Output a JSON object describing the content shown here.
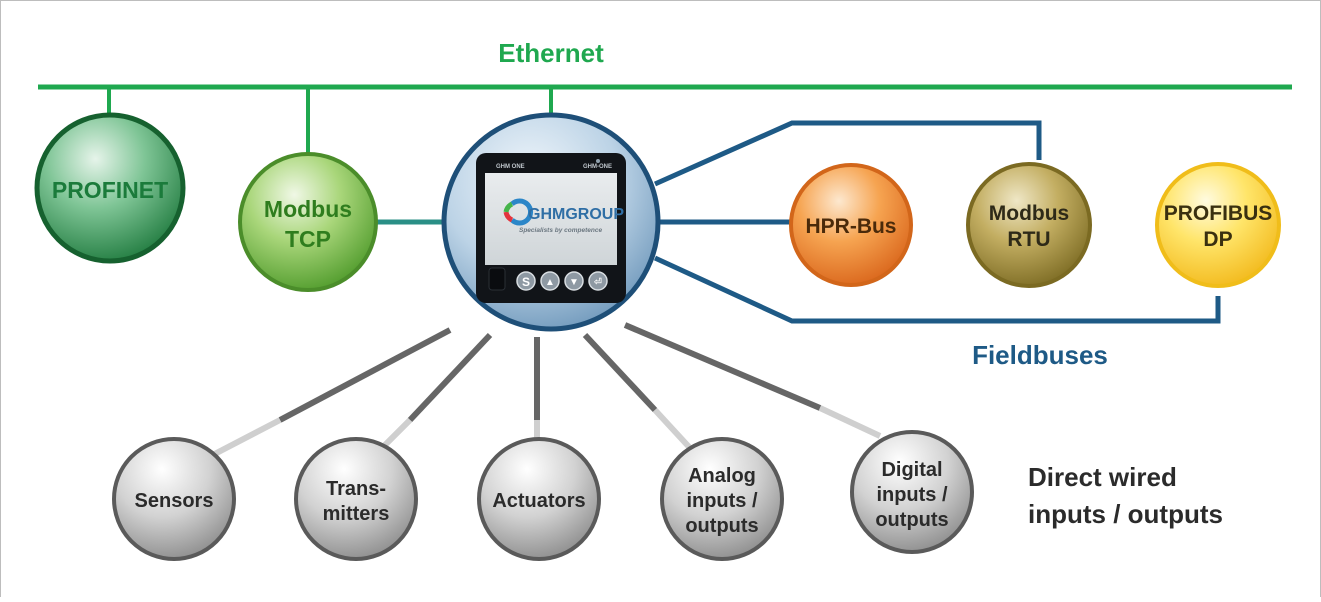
{
  "ethernet": {
    "label": "Ethernet",
    "color": "#1fa84f"
  },
  "fieldbus": {
    "label": "Fieldbuses",
    "color": "#1e5a86"
  },
  "device": {
    "brand": "GHMGROUP",
    "tagline": "Specialists by competence",
    "model": "GHM-ONE",
    "logo_small": "GHM ONE",
    "buttons": [
      "S",
      "▲",
      "▼",
      "⏎"
    ]
  },
  "ethernet_nodes": [
    {
      "id": "profinet",
      "lines": [
        "PROFINET"
      ]
    },
    {
      "id": "modbus-tcp",
      "lines": [
        "Modbus",
        "TCP"
      ]
    }
  ],
  "fieldbus_nodes": [
    {
      "id": "hpr-bus",
      "lines": [
        "HPR-Bus"
      ]
    },
    {
      "id": "modbus-rtu",
      "lines": [
        "Modbus",
        "RTU"
      ]
    },
    {
      "id": "profibus-dp",
      "lines": [
        "PROFIBUS",
        "DP"
      ]
    }
  ],
  "io_nodes": [
    {
      "id": "sensors",
      "lines": [
        "Sensors"
      ]
    },
    {
      "id": "transmitters",
      "lines": [
        "Trans-",
        "mitters"
      ]
    },
    {
      "id": "actuators",
      "lines": [
        "Actuators"
      ]
    },
    {
      "id": "analog-io",
      "lines": [
        "Analog",
        "inputs /",
        "outputs"
      ]
    },
    {
      "id": "digital-io",
      "lines": [
        "Digital",
        "inputs /",
        "outputs"
      ]
    }
  ],
  "io_caption": {
    "lines": [
      "Direct wired",
      "inputs / outputs"
    ]
  }
}
